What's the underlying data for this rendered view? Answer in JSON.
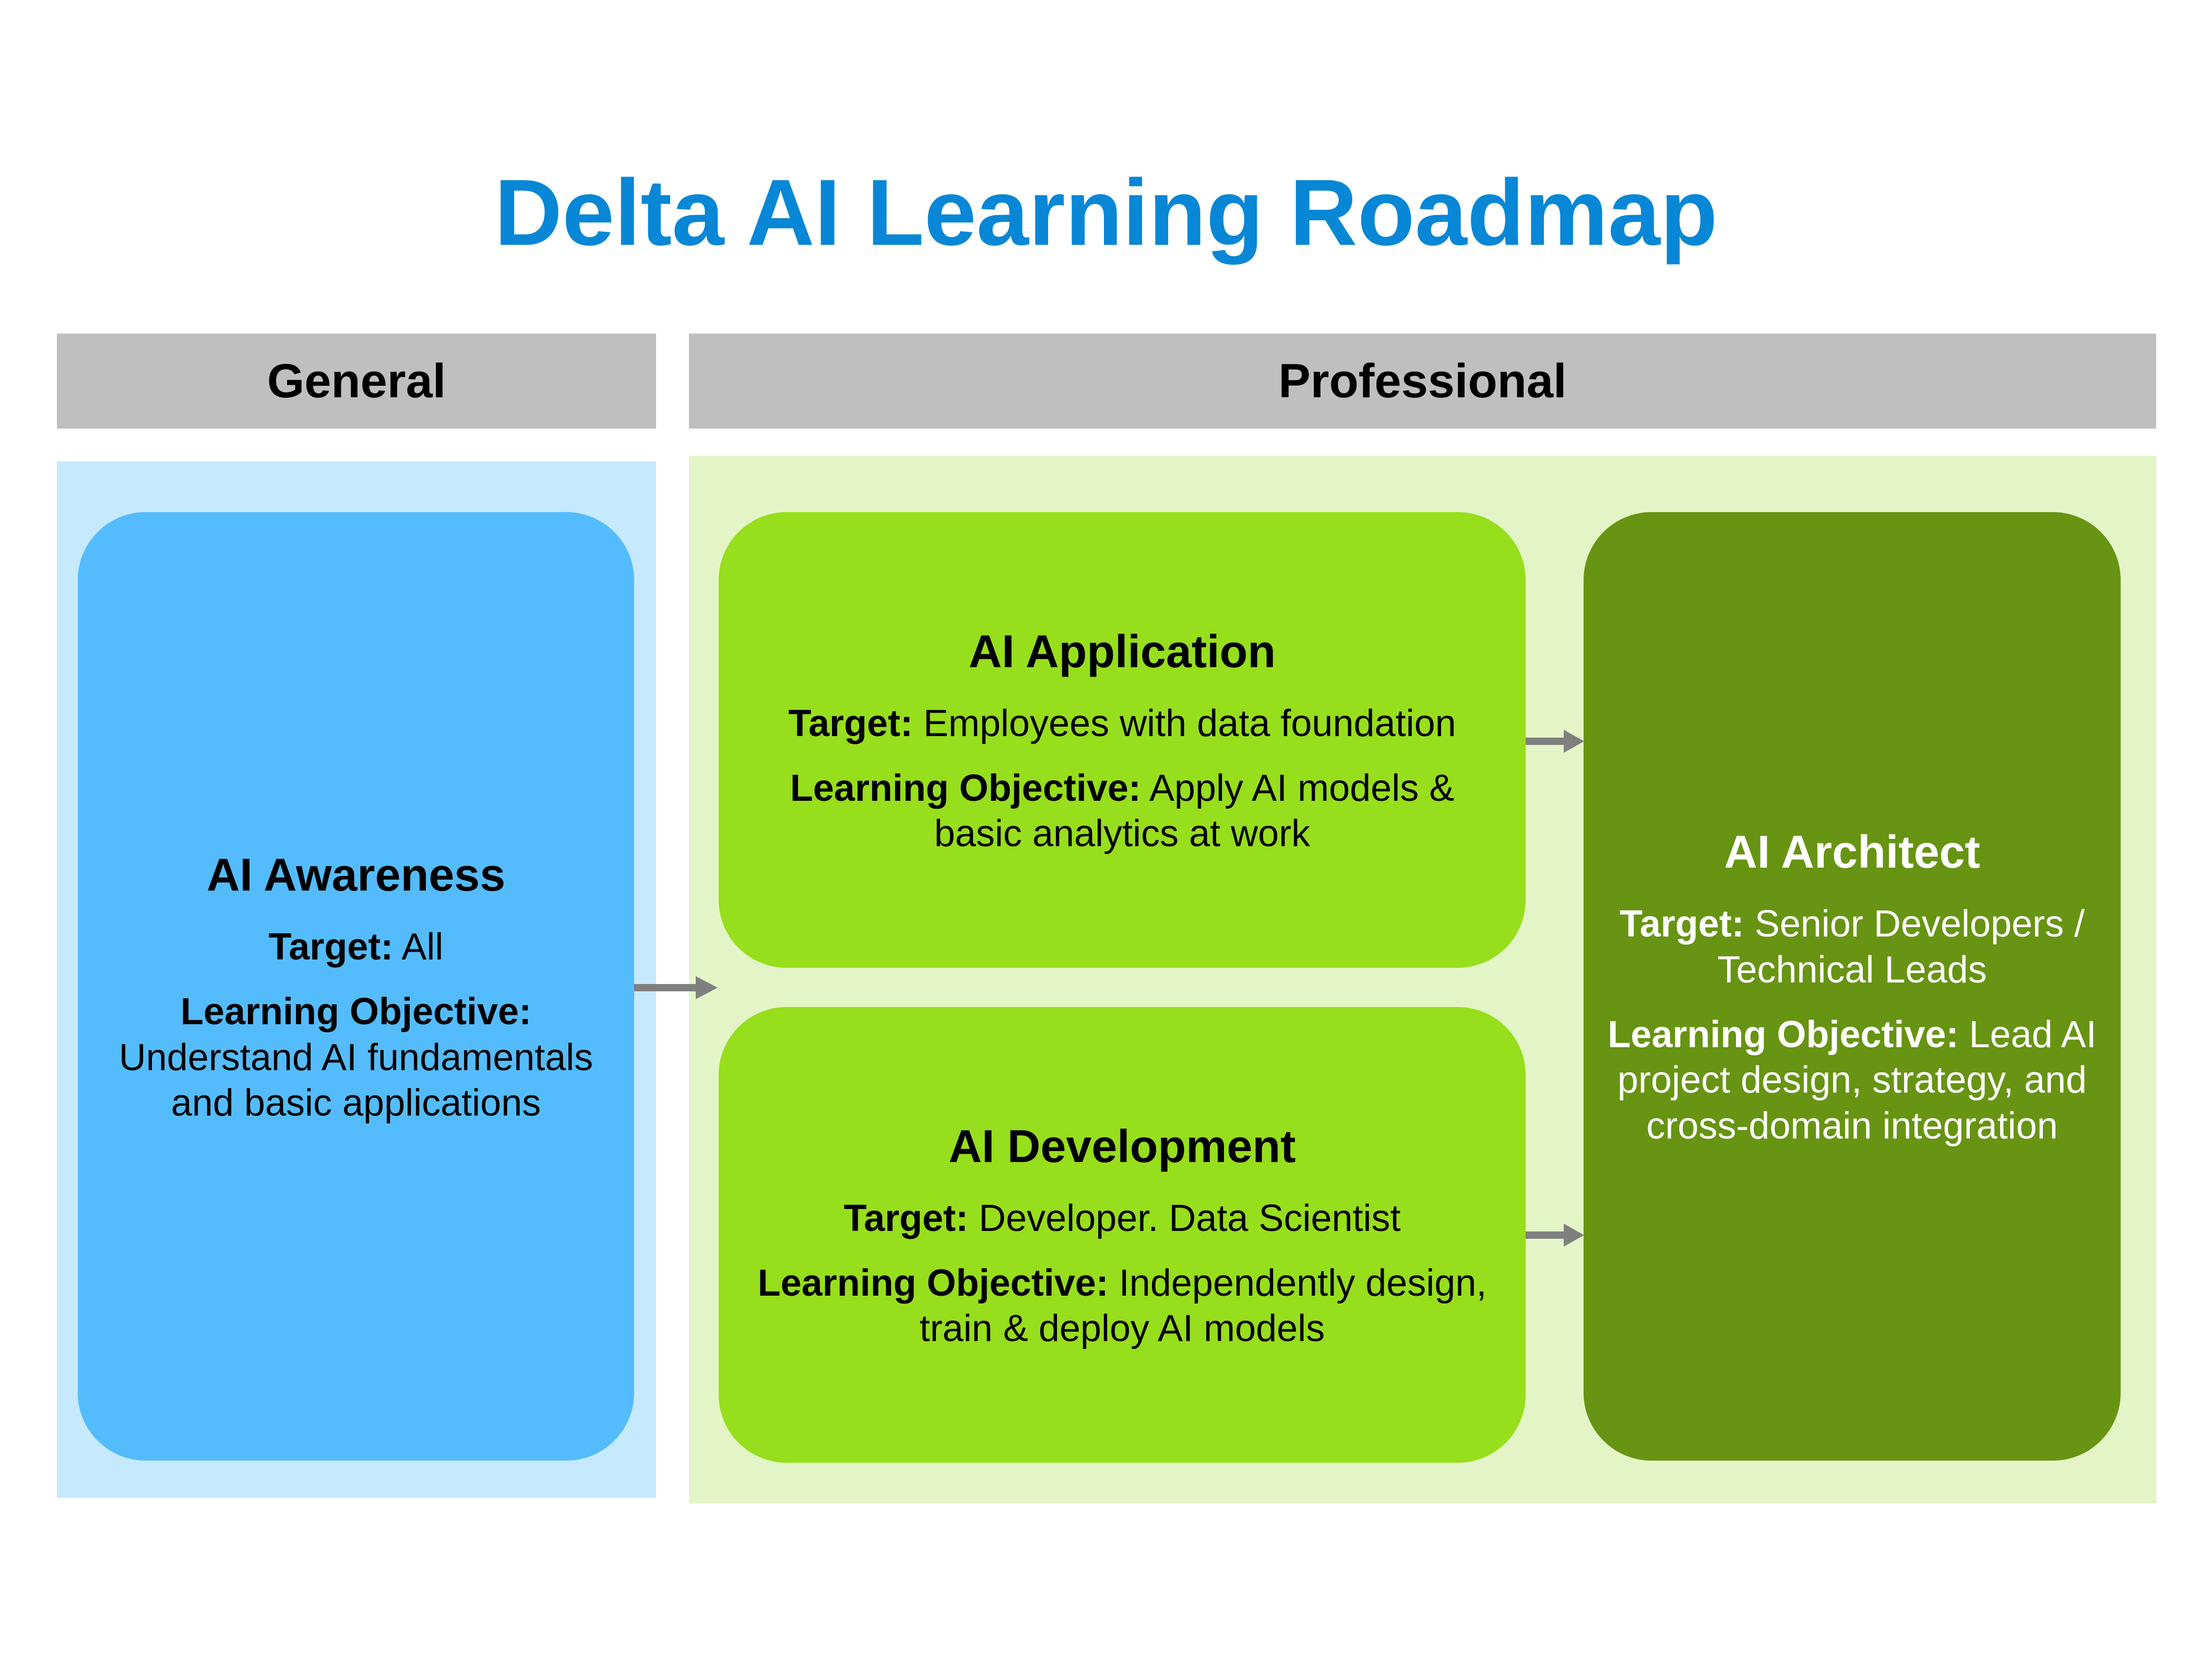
{
  "title": "Delta AI Learning Roadmap",
  "headers": {
    "general": "General",
    "professional": "Professional"
  },
  "labels": {
    "target": "Target:",
    "objective": "Learning Objective:"
  },
  "cards": {
    "awareness": {
      "title": "AI Awareness",
      "target": "All",
      "objective": "Understand AI fundamentals and basic applications"
    },
    "application": {
      "title": "AI Application",
      "target": "Employees with data foundation",
      "objective": "Apply AI models & basic analytics at work"
    },
    "development": {
      "title": "AI Development",
      "target": "Developer. Data Scientist",
      "objective": "Independently design, train & deploy AI models"
    },
    "architect": {
      "title": "AI Architect",
      "target": "Senior Developers / Technical Leads",
      "objective": "Lead AI project design, strategy, and cross-domain integration"
    }
  },
  "colors": {
    "title": "#0787d6",
    "header_bar": "#bfbfbf",
    "general_region": "#c7e9fd",
    "professional_region": "#e3f5c6",
    "awareness_card": "#54bcfd",
    "application_card": "#97de1c",
    "development_card": "#97de1c",
    "architect_card": "#679412",
    "arrow": "#7f7f7f"
  }
}
